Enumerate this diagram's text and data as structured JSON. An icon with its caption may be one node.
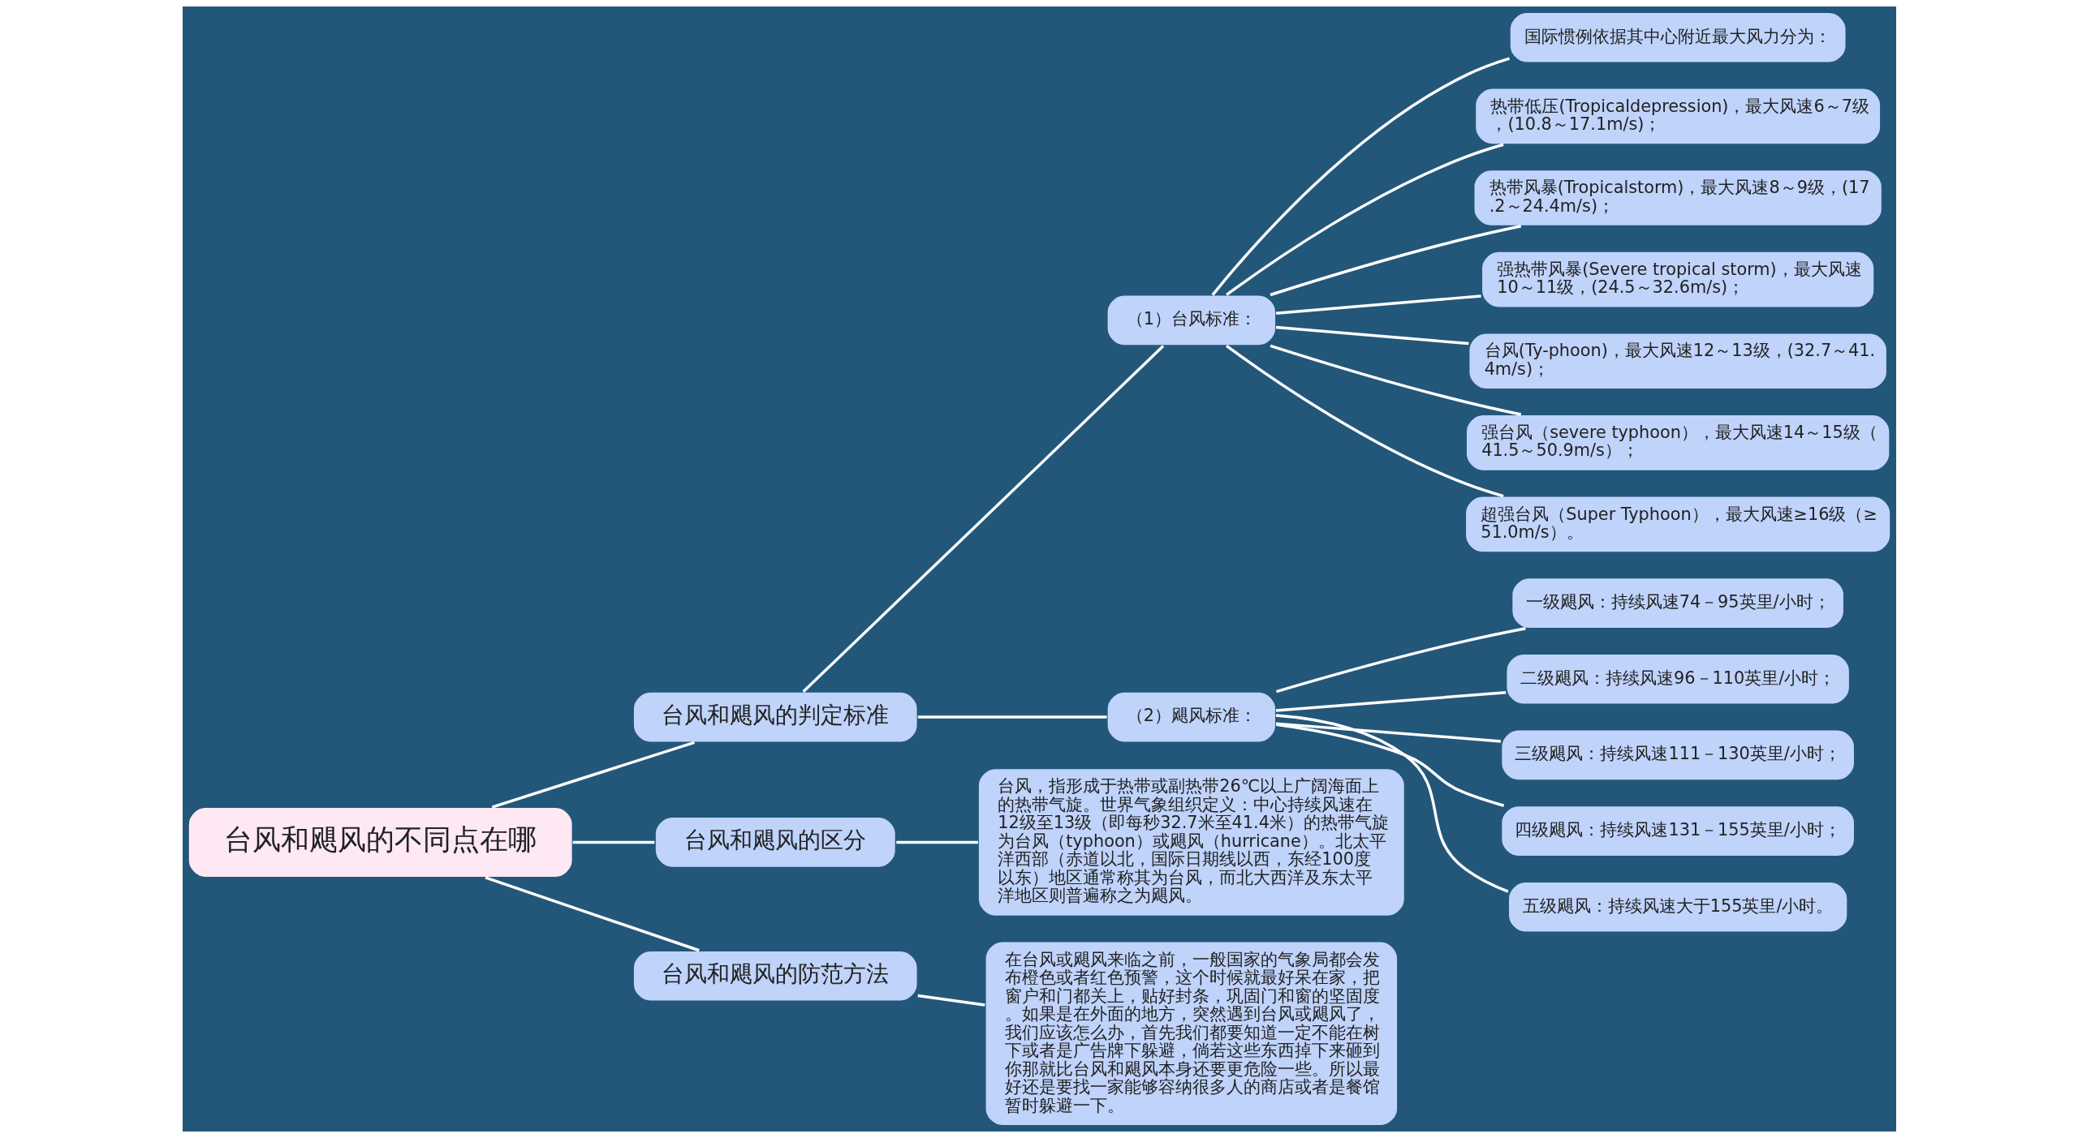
{
  "diagram": {
    "nodes": [
      {
        "text": [
          "台风和飓风的不同点在哪"
        ]
      },
      {
        "text": [
          "台风和飓风的判定标准"
        ]
      },
      {
        "text": [
          "（1）台风标准："
        ]
      },
      {
        "text": [
          "国际惯例依据其中心附近最大风力分为："
        ]
      },
      {
        "text": [
          "热带低压(Tropicaldepression)，最大风速6～7级，(10.8～17.1m/s)；"
        ]
      },
      {
        "text": [
          "热带风暴(Tropicalstorm)，最大风速8～9级，(17.2～24.4m/s)；"
        ]
      },
      {
        "text": [
          "强热带风暴(Severe tropical storm)，最大风速10～11级，(24.5～32.6m/s)；"
        ]
      },
      {
        "text": [
          "台风(Ty-phoon)，最大风速12～13级，(32.7～41.4m/s)；"
        ]
      },
      {
        "text": [
          "强台风（severe typhoon），最大风速14～15级（41.5～50.9m/s）；"
        ]
      },
      {
        "text": [
          "超强台风（Super Typhoon），最大风速≥16级（≥51.0m/s）。"
        ]
      },
      {
        "text": [
          "（2）飓风标准："
        ]
      },
      {
        "text": [
          "一级飓风：持续风速74－95英里/小时；"
        ]
      },
      {
        "text": [
          "二级飓风：持续风速96－110英里/小时；"
        ]
      },
      {
        "text": [
          "三级飓风：持续风速111－130英里/小时；"
        ]
      },
      {
        "text": [
          "四级飓风：持续风速131－155英里/小时；"
        ]
      },
      {
        "text": [
          "五级飓风：持续风速大于155英里/小时。"
        ]
      },
      {
        "text": [
          "台风和飓风的区分"
        ]
      },
      {
        "text": [
          "台风，指形成于热带或副热带26℃以上广阔海面上的热带气旋。世界气象组织定义：中心持续风速在12级至13级（即每秒32.7米至41.4米）的热带气旋为台风（typhoon）或飓风（hurricane）。北太平洋西部（赤道以北，国际日期线以西，东经100度以东）地区通常称其为台风，而北大西洋及东太平洋地区则普遍称之为飓风。"
        ]
      },
      {
        "text": [
          "台风和飓风的防范方法"
        ]
      },
      {
        "text": [
          "在台风或飓风来临之前，一般国家的气象局都会发布橙色或者红色预警，这个时候就最好呆在家，把窗户和门都关上，贴好封条，巩固门和窗的坚固度。如果是在外面的地方，突然遇到台风或飓风了，我们应该怎么办，首先我们都要知道一定不能在树下或者是广告牌下躲避，倘若这些东西掉下来砸到你那就比台风和飓风本身还要更危险一些。所以最好还是要找一家能够容纳很多人的商店或者是餐馆暂时躲避一下。"
        ]
      }
    ],
    "edges": [
      {
        "from": 0,
        "to": 1,
        "arrow": "none"
      },
      {
        "from": 1,
        "to": 2,
        "arrow": "none"
      },
      {
        "from": 2,
        "to": 3,
        "arrow": "none"
      },
      {
        "from": 2,
        "to": 4,
        "arrow": "none"
      },
      {
        "from": 2,
        "to": 5,
        "arrow": "none"
      },
      {
        "from": 2,
        "to": 6,
        "arrow": "none"
      },
      {
        "from": 2,
        "to": 7,
        "arrow": "none"
      },
      {
        "from": 2,
        "to": 8,
        "arrow": "none"
      },
      {
        "from": 2,
        "to": 9,
        "arrow": "none"
      },
      {
        "from": 1,
        "to": 10,
        "arrow": "none"
      },
      {
        "from": 10,
        "to": 11,
        "arrow": "none"
      },
      {
        "from": 10,
        "to": 12,
        "arrow": "none"
      },
      {
        "from": 10,
        "to": 13,
        "arrow": "none"
      },
      {
        "from": 10,
        "to": 14,
        "arrow": "none"
      },
      {
        "from": 10,
        "to": 15,
        "arrow": "none"
      },
      {
        "from": 0,
        "to": 16,
        "arrow": "none"
      },
      {
        "from": 16,
        "to": 17,
        "arrow": "none"
      },
      {
        "from": 0,
        "to": 18,
        "arrow": "none"
      },
      {
        "from": 18,
        "to": 19,
        "arrow": "none"
      }
    ]
  }
}
